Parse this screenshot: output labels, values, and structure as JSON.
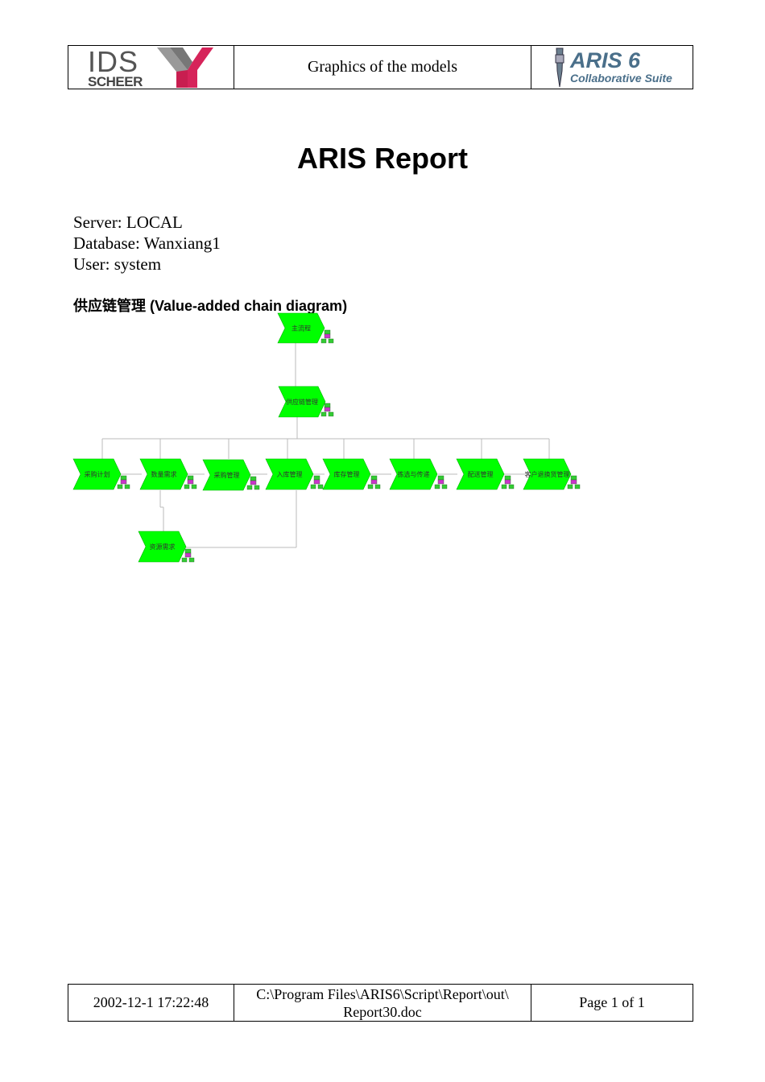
{
  "header": {
    "left_logo": {
      "ids": "IDS",
      "scheer": "SCHEER"
    },
    "center": "Graphics of the models",
    "right_logo": {
      "aris": "ARIS 6",
      "suite": "Collaborative Suite"
    }
  },
  "title": "ARIS Report",
  "info": {
    "server": "Server: LOCAL",
    "database": "Database: Wanxiang1",
    "user": "User: system"
  },
  "model_heading": "供应链管理 (Value-added chain diagram)",
  "diagram": {
    "nodes": {
      "main_flow": "主流程",
      "supply_chain": "供应链管理",
      "purchase_plan": "采购计划",
      "quantity_demand": "数量需求",
      "purchase_mgmt": "采购管理",
      "inbound_mgmt": "入库管理",
      "inventory_mgmt": "库存管理",
      "picking_delivery": "拣选与传递",
      "distribution_mgmt": "配送管理",
      "customer_returns": "客户退换货管理",
      "resource_demand": "资源需求"
    },
    "colors": {
      "process_fill": "#00ff00",
      "process_stroke": "#00b000",
      "icon_green": "#33cc33",
      "icon_magenta": "#cc33cc"
    }
  },
  "footer": {
    "datetime": "2002-12-1 17:22:48",
    "path_line1": "C:\\Program Files\\ARIS6\\Script\\Report\\out\\",
    "path_line2": "Report30.doc",
    "page": "Page 1  of 1"
  }
}
